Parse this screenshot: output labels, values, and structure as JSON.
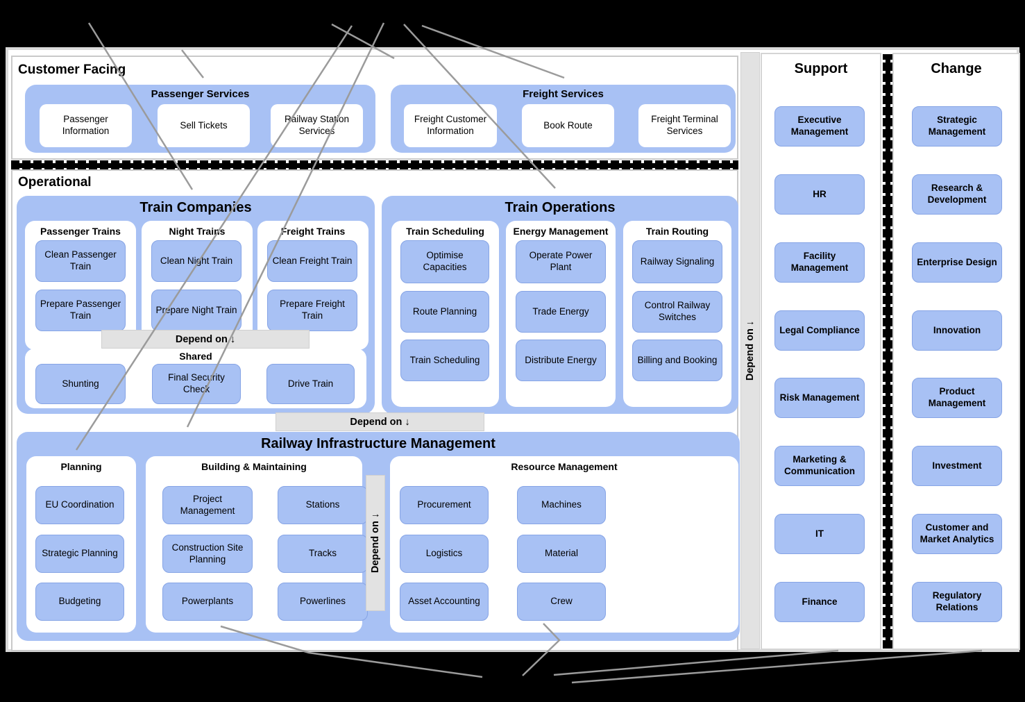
{
  "labels": {
    "depend_on": "Depend on ↓"
  },
  "customer_facing": {
    "title": "Customer Facing",
    "groups": [
      {
        "title": "Passenger Services",
        "items": [
          "Passenger Information",
          "Sell Tickets",
          "Railway Station Services"
        ]
      },
      {
        "title": "Freight Services",
        "items": [
          "Freight Customer Information",
          "Book Route",
          "Freight Terminal Services"
        ]
      }
    ]
  },
  "operational": {
    "title": "Operational",
    "train_companies": {
      "title": "Train Companies",
      "columns": [
        {
          "title": "Passenger Trains",
          "items": [
            "Clean Passenger Train",
            "Prepare Passenger Train"
          ]
        },
        {
          "title": "Night Trains",
          "items": [
            "Clean Night Train",
            "Prepare Night Train"
          ]
        },
        {
          "title": "Freight Trains",
          "items": [
            "Clean Freight Train",
            "Prepare Freight Train"
          ]
        }
      ],
      "shared": {
        "title": "Shared",
        "items": [
          "Shunting",
          "Final Security Check",
          "Drive Train"
        ]
      }
    },
    "train_operations": {
      "title": "Train Operations",
      "columns": [
        {
          "title": "Train Scheduling",
          "items": [
            "Optimise Capacities",
            "Route Planning",
            "Train Scheduling"
          ]
        },
        {
          "title": "Energy Management",
          "items": [
            "Operate Power Plant",
            "Trade Energy",
            "Distribute Energy"
          ]
        },
        {
          "title": "Train Routing",
          "items": [
            "Railway Signaling",
            "Control Railway Switches",
            "Billing and Booking"
          ]
        }
      ]
    },
    "infrastructure": {
      "title": "Railway Infrastructure Management",
      "planning": {
        "title": "Planning",
        "items": [
          "EU Coordination",
          "Strategic Planning",
          "Budgeting"
        ]
      },
      "building": {
        "title": "Building & Maintaining",
        "items": [
          "Project Management",
          "Stations",
          "Construction Site Planning",
          "Tracks",
          "Powerplants",
          "Powerlines"
        ]
      },
      "resources": {
        "title": "Resource Management",
        "items": [
          "Procurement",
          "Machines",
          "Logistics",
          "Material",
          "Asset Accounting",
          "Crew"
        ]
      }
    }
  },
  "support": {
    "title": "Support",
    "items": [
      "Executive Management",
      "HR",
      "Facility Management",
      "Legal Compliance",
      "Risk Management",
      "Marketing & Communication",
      "IT",
      "Finance"
    ]
  },
  "change": {
    "title": "Change",
    "items": [
      "Strategic Management",
      "Research & Development",
      "Enterprise Design",
      "Innovation",
      "Product Management",
      "Investment",
      "Customer and Market Analytics",
      "Regulatory Relations"
    ]
  },
  "colors": {
    "capability_fill": "#a8c1f4",
    "capability_border": "#86a4e5",
    "depend_bar": "#e2e2e2",
    "leader_line": "#9b9b9b"
  }
}
